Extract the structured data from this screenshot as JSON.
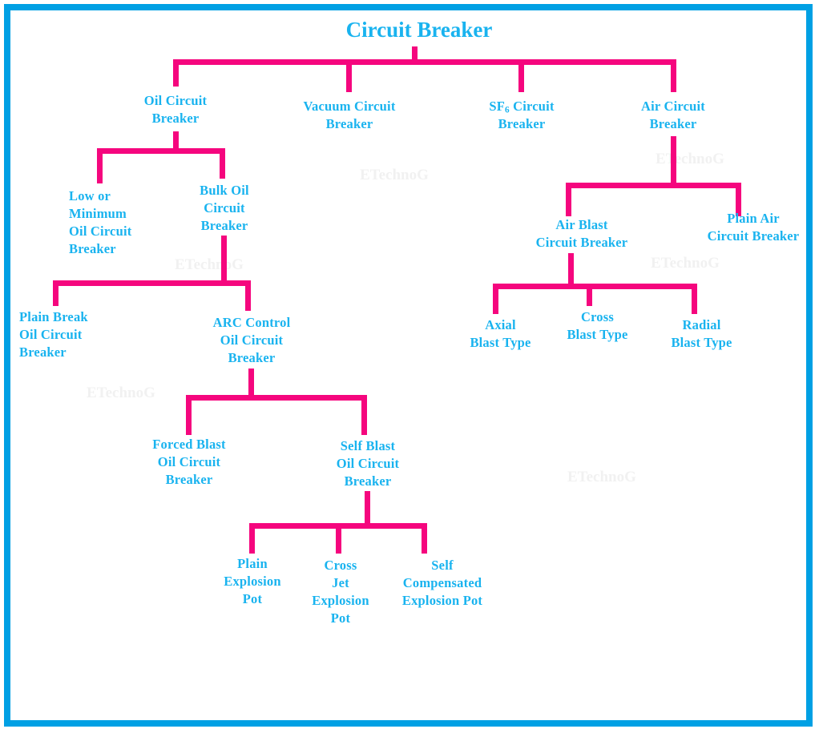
{
  "diagram": {
    "title": "Circuit Breaker",
    "watermark_text": "ETechnoG",
    "colors": {
      "border": "#00a0e4",
      "connector": "#f5067e",
      "node_text": "#19b3ef",
      "background": "#ffffff",
      "watermark": "#f1f1f1"
    },
    "nodes": {
      "root": "Circuit Breaker",
      "oil_circuit_breaker": "Oil Circuit\nBreaker",
      "vacuum_circuit_breaker": "Vacuum Circuit\nBreaker",
      "sf6_circuit_breaker_pre": "SF",
      "sf6_circuit_breaker_sub": "6",
      "sf6_circuit_breaker_post": " Circuit\nBreaker",
      "air_circuit_breaker": "Air Circuit\nBreaker",
      "low_or_minimum_oil_circuit_breaker": "Low or\nMinimum\nOil Circuit\nBreaker",
      "bulk_oil_circuit_breaker": "Bulk Oil\nCircuit\nBreaker",
      "plain_break_oil_circuit_breaker": "Plain Break\nOil Circuit\nBreaker",
      "arc_control_oil_circuit_breaker": "ARC Control\nOil Circuit\nBreaker",
      "forced_blast_oil_circuit_breaker": "Forced Blast\nOil Circuit\nBreaker",
      "self_blast_oil_circuit_breaker": "Self Blast\nOil Circuit\nBreaker",
      "plain_explosion_pot": "Plain\nExplosion\nPot",
      "cross_jet_explosion_pot": "Cross\nJet\nExplosion\nPot",
      "self_compensated_explosion_pot": "Self\nCompensated\nExplosion Pot",
      "air_blast_circuit_breaker": "Air Blast\nCircuit Breaker",
      "plain_air_circuit_breaker": "Plain Air\nCircuit Breaker",
      "axial_blast_type": "Axial\nBlast Type",
      "cross_blast_type": "Cross\nBlast Type",
      "radial_blast_type": "Radial\nBlast Type"
    },
    "hierarchy": {
      "Circuit Breaker": [
        "Oil Circuit Breaker",
        "Vacuum Circuit Breaker",
        "SF6 Circuit Breaker",
        "Air Circuit Breaker"
      ],
      "Oil Circuit Breaker": [
        "Low or Minimum Oil Circuit Breaker",
        "Bulk Oil Circuit Breaker"
      ],
      "Bulk Oil Circuit Breaker": [
        "Plain Break Oil Circuit Breaker",
        "ARC Control Oil Circuit Breaker"
      ],
      "ARC Control Oil Circuit Breaker": [
        "Forced Blast Oil Circuit Breaker",
        "Self Blast Oil Circuit Breaker"
      ],
      "Self Blast Oil Circuit Breaker": [
        "Plain Explosion Pot",
        "Cross Jet Explosion Pot",
        "Self Compensated Explosion Pot"
      ],
      "Air Circuit Breaker": [
        "Air Blast Circuit Breaker",
        "Plain Air Circuit Breaker"
      ],
      "Air Blast Circuit Breaker": [
        "Axial Blast Type",
        "Cross Blast Type",
        "Radial Blast Type"
      ]
    }
  }
}
